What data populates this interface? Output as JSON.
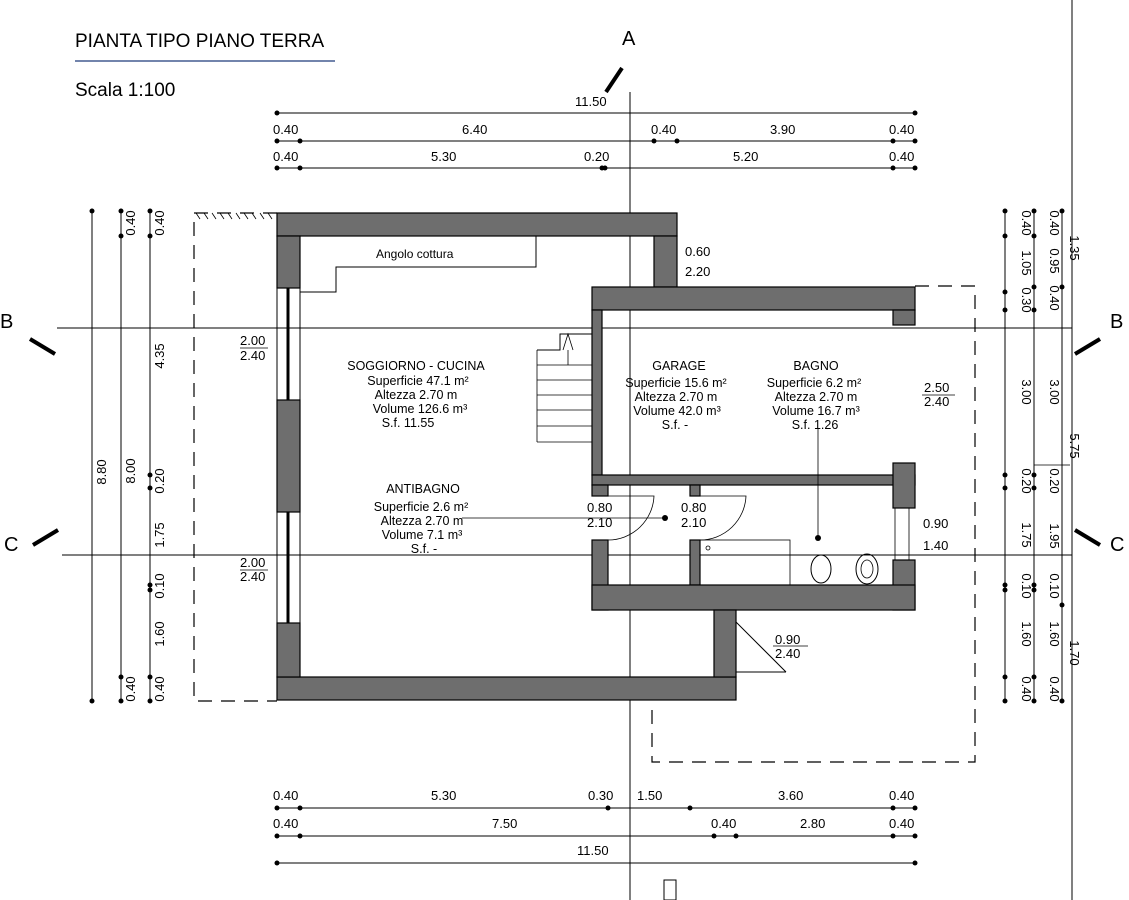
{
  "title": "PIANTA TIPO PIANO TERRA",
  "scale": "Scala 1:100",
  "sections": {
    "a": "A",
    "b_left": "B",
    "b_right": "B",
    "c_left": "C",
    "c_right": "C"
  },
  "top_dims": {
    "row1": [
      "11.50"
    ],
    "row2": [
      "0.40",
      "6.40",
      "0.40",
      "3.90",
      "0.40"
    ],
    "row3": [
      "0.40",
      "5.30",
      "0.20",
      "5.20",
      "0.40"
    ]
  },
  "bottom_dims": {
    "row1": [
      "0.40",
      "5.30",
      "0.30",
      "1.50",
      "3.60",
      "0.40"
    ],
    "row2": [
      "0.40",
      "7.50",
      "0.40",
      "2.80",
      "0.40"
    ],
    "row3": [
      "11.50"
    ]
  },
  "left_dims": {
    "outer": [
      "8.80"
    ],
    "middle": [
      "0.40",
      "8.00",
      "0.40"
    ],
    "inner": [
      "0.40",
      "4.35",
      "0.20",
      "1.75",
      "0.10",
      "1.60",
      "0.40"
    ]
  },
  "right_dims": {
    "col1": [
      "0.40",
      "1.05",
      "0.30",
      "3.00",
      "0.20",
      "1.75",
      "0.10",
      "1.60",
      "0.40"
    ],
    "col2": [
      "0.40",
      "0.95",
      "0.40",
      "3.00",
      "0.20",
      "1.95",
      "0.10",
      "1.60",
      "0.40"
    ],
    "col3": [
      "1.35",
      "5.75",
      "1.70"
    ]
  },
  "rooms": [
    {
      "name": "SOGGIORNO - CUCINA",
      "superficie": "Superficie 47.1 m²",
      "altezza": "Altezza 2.70 m",
      "volume": "Volume 126.6 m³",
      "sf": "S.f. 11.55"
    },
    {
      "name": "GARAGE",
      "superficie": "Superficie 15.6 m²",
      "altezza": "Altezza 2.70 m",
      "volume": "Volume 42.0 m³",
      "sf": "S.f. -"
    },
    {
      "name": "BAGNO",
      "superficie": "Superficie 6.2 m²",
      "altezza": "Altezza 2.70 m",
      "volume": "Volume 16.7 m³",
      "sf": "S.f. 1.26"
    },
    {
      "name": "ANTIBAGNO",
      "superficie": "Superficie 2.6 m²",
      "altezza": "Altezza 2.70 m",
      "volume": "Volume 7.1 m³",
      "sf": "S.f. -"
    }
  ],
  "kitchen_label": "Angolo cottura",
  "openings": {
    "window_upper": {
      "w": "2.00",
      "h": "2.40"
    },
    "window_lower": {
      "w": "2.00",
      "h": "2.40"
    },
    "top_right_opening": {
      "w": "0.60",
      "h": "2.20"
    },
    "garage_door": {
      "w": "2.50",
      "h": "2.40"
    },
    "door_antibagno": {
      "w": "0.80",
      "h": "2.10"
    },
    "door_bagno": {
      "w": "0.80",
      "h": "2.10"
    },
    "bagno_window": {
      "w": "0.90",
      "h": "1.40"
    },
    "entrance": {
      "w": "0.90",
      "h": "2.40"
    }
  }
}
